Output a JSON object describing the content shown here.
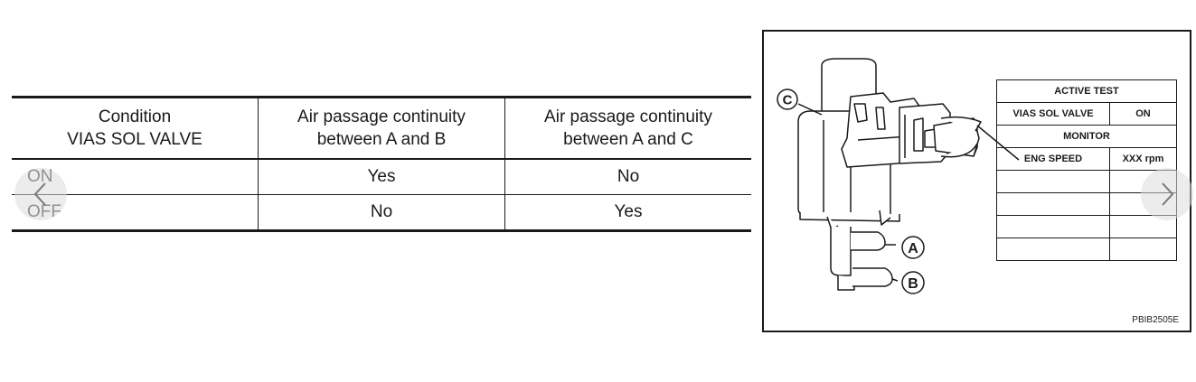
{
  "table": {
    "headers": [
      [
        "Condition",
        "VIAS SOL VALVE"
      ],
      [
        "Air passage continuity",
        "between A and B"
      ],
      [
        "Air passage continuity",
        "between A and C"
      ]
    ],
    "rows": [
      {
        "state": "ON",
        "a_b": "Yes",
        "a_c": "No"
      },
      {
        "state": "OFF",
        "a_b": "No",
        "a_c": "Yes"
      }
    ]
  },
  "figure": {
    "labels": {
      "c": "C",
      "a": "A",
      "b": "B"
    },
    "consult": {
      "active_test": "ACTIVE TEST",
      "item": "VIAS SOL VALVE",
      "item_value": "ON",
      "monitor": "MONITOR",
      "monitor_item": "ENG SPEED",
      "monitor_value": "XXX rpm"
    },
    "code": "PBIB2505E"
  },
  "navigation": {
    "prev_icon": "chevron-left-icon",
    "next_icon": "chevron-right-icon"
  }
}
